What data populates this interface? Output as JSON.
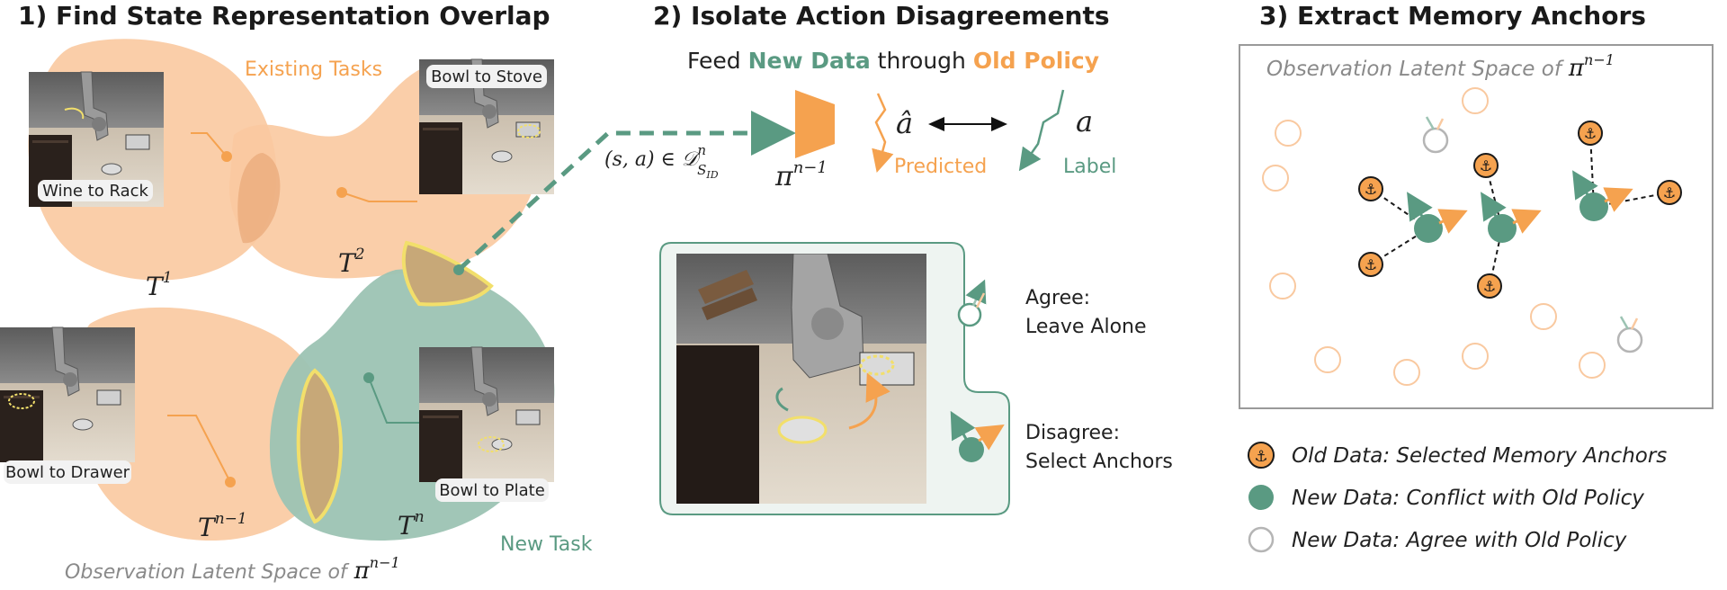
{
  "colors": {
    "orange": "#f5a24f",
    "orange_fill": "#f9c9a0",
    "teal": "#5a9a82",
    "teal_fill": "#9cc3b3",
    "yellow": "#f2df6b",
    "gray": "#8a8a8a",
    "dark": "#1a1a1a",
    "panel_bg": "#eef4f1"
  },
  "panel1": {
    "title": "1) Find State Representation Overlap",
    "existing_tasks": "Existing Tasks",
    "new_task": "New Task",
    "latent_caption": "Observation Latent Space of",
    "latent_symbol": "π",
    "latent_exp": "n−1",
    "task_labels": {
      "t1": "T",
      "t1_exp": "1",
      "t2": "T",
      "t2_exp": "2",
      "tn1": "T",
      "tn1_exp": "n−1",
      "tn": "T",
      "tn_exp": "n"
    },
    "scenes": [
      "Wine to Rack",
      "Bowl to Stove",
      "Bowl to Drawer",
      "Bowl to Plate"
    ]
  },
  "panel2": {
    "title": "2) Isolate Action Disagreements",
    "feed_prefix": "Feed ",
    "feed_new": "New Data",
    "feed_mid": " through ",
    "feed_old": "Old Policy",
    "arrow_label_main": "(s, a) ∈ 𝒟",
    "arrow_label_sup": "n",
    "arrow_label_sub": "S",
    "arrow_label_subsub": "ID",
    "policy_symbol": "π",
    "policy_exp": "n−1",
    "pred_symbol": "â",
    "label_symbol": "a",
    "predicted": "Predicted",
    "label": "Label",
    "agree_1": "Agree:",
    "agree_2": "Leave Alone",
    "disagree_1": "Disagree:",
    "disagree_2": "Select Anchors"
  },
  "panel3": {
    "title": "3) Extract Memory Anchors",
    "latent_caption": "Observation Latent Space of",
    "latent_symbol": "π",
    "latent_exp": "n−1",
    "legend": [
      "Old Data: Selected Memory Anchors",
      "New Data: Conflict with Old Policy",
      "New Data: Agree with Old Policy"
    ]
  },
  "icons": {
    "anchor": "anchor-icon",
    "arrow": "arrow-icon"
  }
}
